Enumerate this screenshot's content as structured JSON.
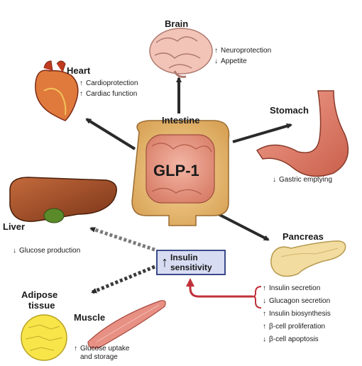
{
  "center": {
    "label": "GLP-1",
    "organ": "Intestine"
  },
  "organs": {
    "brain": {
      "name": "Brain",
      "effects": [
        {
          "dir": "up",
          "text": "Neuroprotection"
        },
        {
          "dir": "down",
          "text": "Appetite"
        }
      ]
    },
    "heart": {
      "name": "Heart",
      "effects": [
        {
          "dir": "up",
          "text": "Cardioprotection"
        },
        {
          "dir": "up",
          "text": "Cardiac function"
        }
      ]
    },
    "stomach": {
      "name": "Stomach",
      "effects": [
        {
          "dir": "down",
          "text": "Gastric emptying"
        }
      ]
    },
    "liver": {
      "name": "Liver",
      "effects": [
        {
          "dir": "down",
          "text": "Glucose production"
        }
      ]
    },
    "pancreas": {
      "name": "Pancreas",
      "effects": [
        {
          "dir": "up",
          "text": "Insulin secretion"
        },
        {
          "dir": "down",
          "text": "Glucagon secretion"
        },
        {
          "dir": "up",
          "text": "Insulin biosynthesis"
        },
        {
          "dir": "up",
          "text": "β-cell proliferation"
        },
        {
          "dir": "down",
          "text": "β-cell apoptosis"
        }
      ]
    },
    "adipose": {
      "name_line1": "Adipose",
      "name_line2": "tissue"
    },
    "muscle": {
      "name": "Muscle",
      "effect_dir": "up",
      "effect_line1": "Glucose uptake",
      "effect_line2": "and storage"
    }
  },
  "insulin_box": {
    "dir": "up",
    "line1": "Insulin",
    "line2": "sensitivity"
  },
  "colors": {
    "arrow": "#2a2a2a",
    "feedback_arrow": "#c0303a",
    "box_fill": "#d8dcf3",
    "box_border": "#3a4a8a"
  },
  "arrow_symbols": {
    "up": "↑",
    "down": "↓"
  }
}
